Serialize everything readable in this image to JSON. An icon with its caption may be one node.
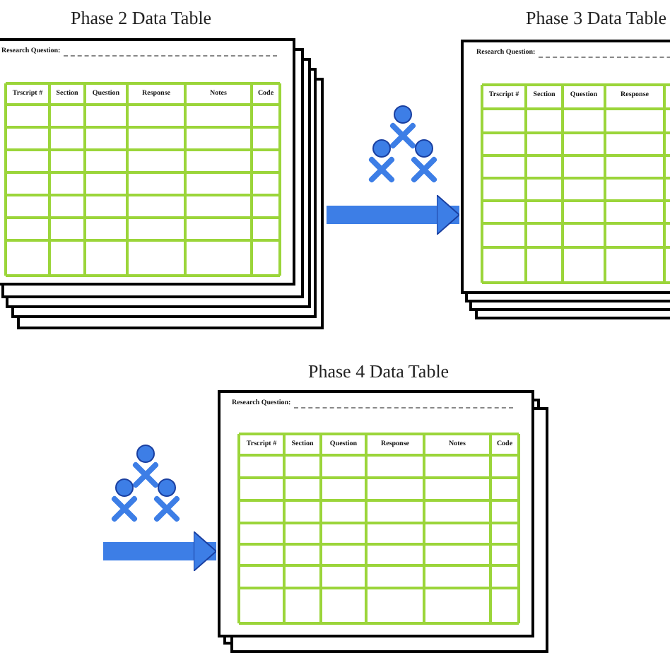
{
  "diagram": {
    "nodes": [
      {
        "text": [
          "Phase 2 Data Table",
          "Research Question:"
        ]
      },
      {
        "text": [
          "Phase 3 Data Table",
          "Research Question:"
        ]
      },
      {
        "text": [
          "Phase 4 Data Table",
          "Research Question:"
        ]
      }
    ],
    "edges": [
      {
        "from": 0,
        "to": 1,
        "arrow": "to"
      },
      {
        "from": null,
        "to": 2,
        "arrow": "to"
      }
    ],
    "labels": [
      "Trscript #",
      "Section",
      "Question",
      "Response",
      "Notes",
      "Code",
      "Trscript #",
      "Section",
      "Question",
      "Response",
      "Trscript #",
      "Section",
      "Question",
      "Response",
      "Notes",
      "Code"
    ]
  }
}
